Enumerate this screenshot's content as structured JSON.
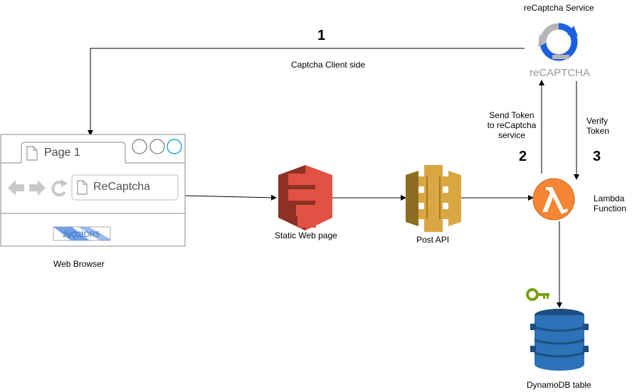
{
  "recaptcha_service": {
    "title": "reCaptcha Service",
    "logo_text": "reCAPTCHA"
  },
  "steps": {
    "step1": {
      "number": "1",
      "label": "Captcha Client side"
    },
    "step2": {
      "number": "2",
      "label_lines": [
        "Send Token",
        "to reCaptcha",
        "service"
      ]
    },
    "step3": {
      "number": "3",
      "label_lines": [
        "Verify",
        "Token"
      ]
    }
  },
  "browser": {
    "tab_label": "Page 1",
    "address_text": "ReCaptcha",
    "captcha_text": "2yQ2fOR5",
    "caption": "Web Browser"
  },
  "nodes": {
    "static_web": "Static Web page",
    "post_api": "Post API",
    "lambda_lines": [
      "Lambda",
      "Function"
    ],
    "dynamodb": "DynamoDB table"
  },
  "colors": {
    "s3_red": "#e05243",
    "s3_dark": "#8c3123",
    "api_gold": "#d9a741",
    "api_dark": "#8c6d21",
    "lambda_orange": "#f58534",
    "dynamo_blue": "#2d72b8",
    "dynamo_dark": "#1f4e80",
    "key_green": "#7aa116",
    "recaptcha_blue": "#1c60e0",
    "recaptcha_gray": "#b5b5b5"
  }
}
